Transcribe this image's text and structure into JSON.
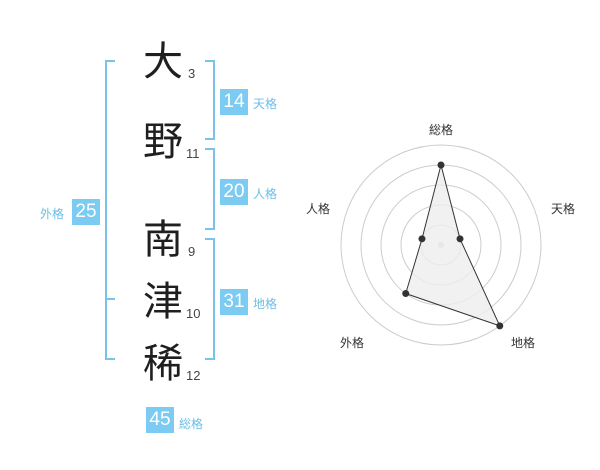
{
  "name": {
    "characters": [
      {
        "char": "大",
        "strokes": "3"
      },
      {
        "char": "野",
        "strokes": "11"
      },
      {
        "char": "南",
        "strokes": "9"
      },
      {
        "char": "津",
        "strokes": "10"
      },
      {
        "char": "稀",
        "strokes": "12"
      }
    ]
  },
  "fortune": {
    "tenkaku": {
      "value": "14",
      "label": "天格"
    },
    "jinkaku": {
      "value": "20",
      "label": "人格"
    },
    "chikaku": {
      "value": "31",
      "label": "地格"
    },
    "gaikaku": {
      "value": "25",
      "label": "外格"
    },
    "soukaku": {
      "value": "45",
      "label": "総格"
    }
  },
  "chart_data": {
    "type": "radar",
    "axes": [
      "総格",
      "天格",
      "地格",
      "外格",
      "人格"
    ],
    "max": 5,
    "rings": 5,
    "values": [
      4,
      1,
      5,
      3,
      1
    ],
    "colors": {
      "fill": "#eeeeee",
      "line": "#333333",
      "ring": "#cccccc"
    }
  }
}
